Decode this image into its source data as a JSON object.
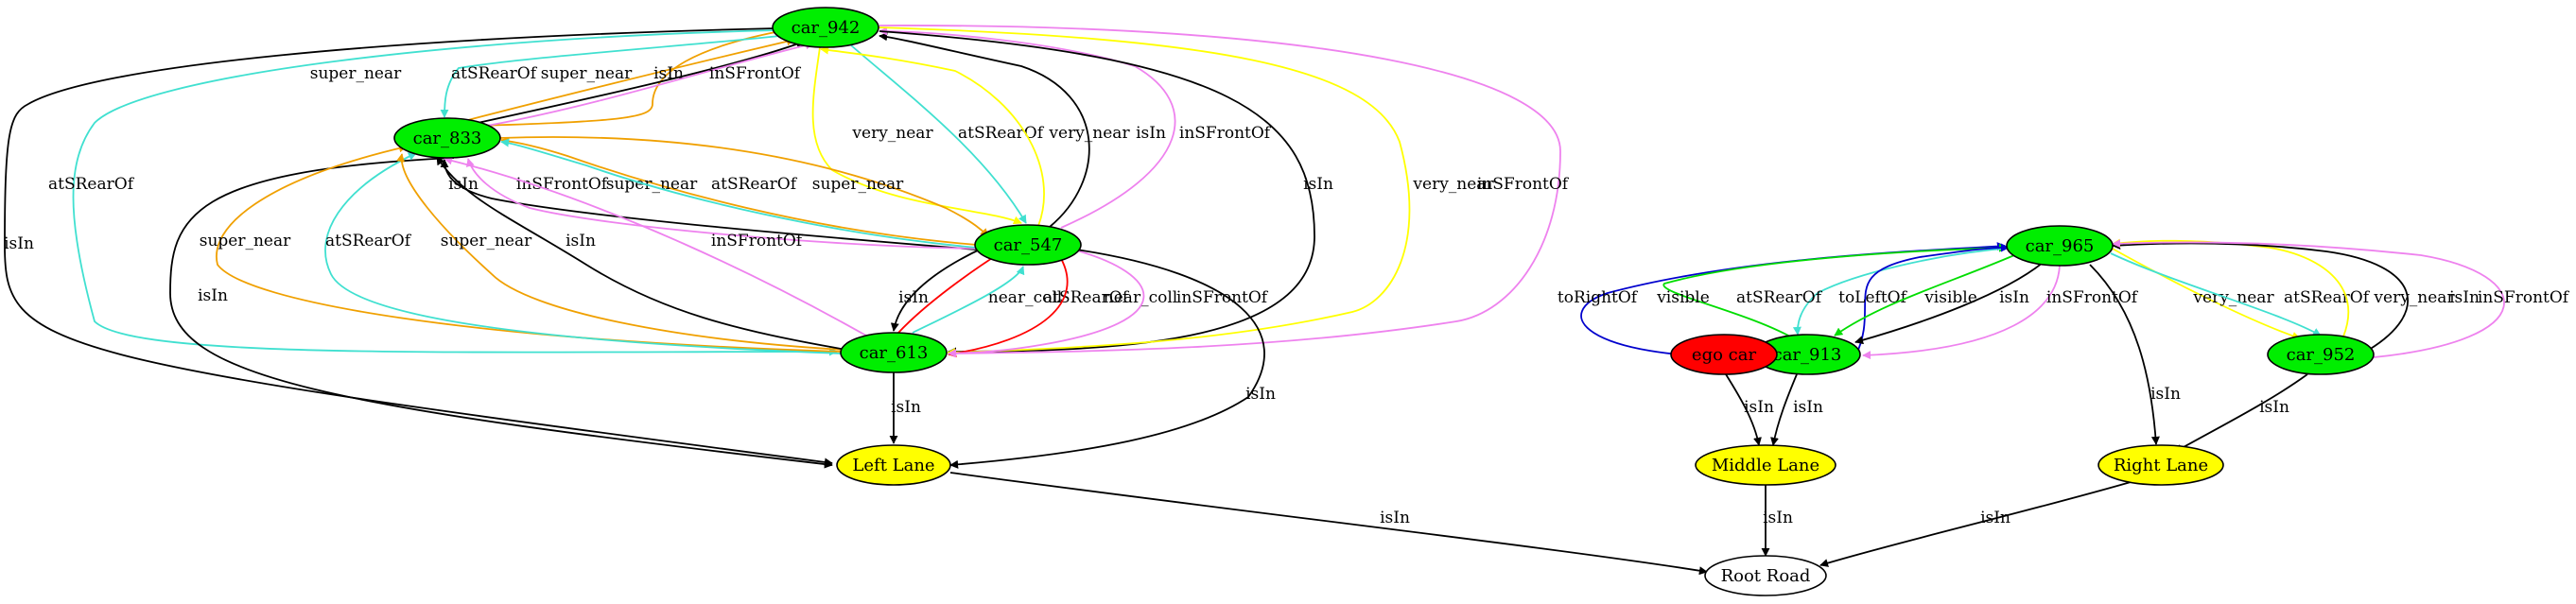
{
  "colors": {
    "car": "#00ee00",
    "ego": "#ff0000",
    "lane": "#ffff00",
    "road": "#ffffff",
    "super_near": "#f0a000",
    "atSRearOf": "#40e0d0",
    "inSFrontOf": "#ee82ee",
    "very_near": "#ffff00",
    "near_coll": "#ff0000",
    "visible": "#00dd00",
    "toLeftOf": "#0000cd",
    "toRightOf": "#0000cd",
    "isIn": "#000000"
  },
  "nodes": [
    {
      "id": "car_942",
      "label": "car_942",
      "kind": "car"
    },
    {
      "id": "car_833",
      "label": "car_833",
      "kind": "car"
    },
    {
      "id": "car_547",
      "label": "car_547",
      "kind": "car"
    },
    {
      "id": "car_613",
      "label": "car_613",
      "kind": "car"
    },
    {
      "id": "left_lane",
      "label": "Left Lane",
      "kind": "lane"
    },
    {
      "id": "car_965",
      "label": "car_965",
      "kind": "car"
    },
    {
      "id": "car_913",
      "label": "car_913",
      "kind": "car"
    },
    {
      "id": "ego_car",
      "label": "ego car",
      "kind": "ego"
    },
    {
      "id": "car_952",
      "label": "car_952",
      "kind": "car"
    },
    {
      "id": "middle_lane",
      "label": "Middle Lane",
      "kind": "lane"
    },
    {
      "id": "right_lane",
      "label": "Right Lane",
      "kind": "lane"
    },
    {
      "id": "root_road",
      "label": "Root Road",
      "kind": "road"
    }
  ],
  "edges": [
    {
      "from": "car_942",
      "to": "car_833",
      "label": "super_near",
      "type": "super_near"
    },
    {
      "from": "car_942",
      "to": "car_833",
      "label": "atSRearOf",
      "type": "atSRearOf"
    },
    {
      "from": "car_833",
      "to": "car_942",
      "label": "super_near",
      "type": "super_near"
    },
    {
      "from": "car_833",
      "to": "car_942",
      "label": "isIn",
      "type": "isIn"
    },
    {
      "from": "car_833",
      "to": "car_942",
      "label": "inSFrontOf",
      "type": "inSFrontOf"
    },
    {
      "from": "car_942",
      "to": "left_lane",
      "label": "isIn",
      "type": "isIn"
    },
    {
      "from": "car_942",
      "to": "car_613",
      "label": "atSRearOf",
      "type": "atSRearOf"
    },
    {
      "from": "car_942",
      "to": "car_547",
      "label": "very_near",
      "type": "very_near"
    },
    {
      "from": "car_942",
      "to": "car_547",
      "label": "atSRearOf",
      "type": "atSRearOf"
    },
    {
      "from": "car_547",
      "to": "car_942",
      "label": "very_near",
      "type": "very_near"
    },
    {
      "from": "car_547",
      "to": "car_942",
      "label": "isIn",
      "type": "isIn"
    },
    {
      "from": "car_547",
      "to": "car_942",
      "label": "inSFrontOf",
      "type": "inSFrontOf"
    },
    {
      "from": "car_942",
      "to": "car_613",
      "label": "isIn",
      "type": "isIn"
    },
    {
      "from": "car_942",
      "to": "car_613",
      "label": "very_near",
      "type": "very_near"
    },
    {
      "from": "car_942",
      "to": "car_613",
      "label": "inSFrontOf",
      "type": "inSFrontOf"
    },
    {
      "from": "car_833",
      "to": "left_lane",
      "label": "isIn",
      "type": "isIn"
    },
    {
      "from": "car_613",
      "to": "car_833",
      "label": "super_near",
      "type": "super_near"
    },
    {
      "from": "car_613",
      "to": "car_833",
      "label": "atSRearOf",
      "type": "atSRearOf"
    },
    {
      "from": "car_613",
      "to": "car_833",
      "label": "super_near",
      "type": "super_near"
    },
    {
      "from": "car_613",
      "to": "car_833",
      "label": "isIn",
      "type": "isIn"
    },
    {
      "from": "car_547",
      "to": "car_833",
      "label": "isIn",
      "type": "isIn"
    },
    {
      "from": "car_547",
      "to": "car_833",
      "label": "inSFrontOf",
      "type": "inSFrontOf"
    },
    {
      "from": "car_547",
      "to": "car_833",
      "label": "super_near",
      "type": "super_near"
    },
    {
      "from": "car_547",
      "to": "car_833",
      "label": "atSRearOf",
      "type": "atSRearOf"
    },
    {
      "from": "car_833",
      "to": "car_547",
      "label": "super_near",
      "type": "super_near"
    },
    {
      "from": "car_613",
      "to": "car_833",
      "label": "inSFrontOf",
      "type": "inSFrontOf"
    },
    {
      "from": "car_547",
      "to": "car_613",
      "label": "isIn",
      "type": "isIn"
    },
    {
      "from": "car_613",
      "to": "car_547",
      "label": "near_coll",
      "type": "near_coll"
    },
    {
      "from": "car_613",
      "to": "car_547",
      "label": "atSRearOf",
      "type": "atSRearOf"
    },
    {
      "from": "car_547",
      "to": "car_613",
      "label": "near_coll",
      "type": "near_coll"
    },
    {
      "from": "car_547",
      "to": "car_613",
      "label": "inSFrontOf",
      "type": "inSFrontOf"
    },
    {
      "from": "car_547",
      "to": "left_lane",
      "label": "isIn",
      "type": "isIn"
    },
    {
      "from": "car_613",
      "to": "left_lane",
      "label": "isIn",
      "type": "isIn"
    },
    {
      "from": "left_lane",
      "to": "root_road",
      "label": "isIn",
      "type": "isIn"
    },
    {
      "from": "car_913",
      "to": "car_965",
      "label": "toRightOf",
      "type": "toRightOf"
    },
    {
      "from": "car_913",
      "to": "car_965",
      "label": "visible",
      "type": "visible"
    },
    {
      "from": "car_965",
      "to": "car_913",
      "label": "atSRearOf",
      "type": "atSRearOf"
    },
    {
      "from": "car_913",
      "to": "car_965",
      "label": "toLeftOf",
      "type": "toLeftOf"
    },
    {
      "from": "car_965",
      "to": "car_913",
      "label": "visible",
      "type": "visible"
    },
    {
      "from": "car_965",
      "to": "car_913",
      "label": "isIn",
      "type": "isIn"
    },
    {
      "from": "car_965",
      "to": "car_913",
      "label": "inSFrontOf",
      "type": "inSFrontOf"
    },
    {
      "from": "car_965",
      "to": "right_lane",
      "label": "isIn",
      "type": "isIn"
    },
    {
      "from": "car_965",
      "to": "car_952",
      "label": "very_near",
      "type": "very_near"
    },
    {
      "from": "car_965",
      "to": "car_952",
      "label": "atSRearOf",
      "type": "atSRearOf"
    },
    {
      "from": "car_952",
      "to": "car_965",
      "label": "very_near",
      "type": "very_near"
    },
    {
      "from": "car_952",
      "to": "car_965",
      "label": "isIn",
      "type": "isIn"
    },
    {
      "from": "car_952",
      "to": "car_965",
      "label": "inSFrontOf",
      "type": "inSFrontOf"
    },
    {
      "from": "ego_car",
      "to": "middle_lane",
      "label": "isIn",
      "type": "isIn"
    },
    {
      "from": "car_913",
      "to": "middle_lane",
      "label": "isIn",
      "type": "isIn"
    },
    {
      "from": "car_952",
      "to": "right_lane",
      "label": "isIn",
      "type": "isIn"
    },
    {
      "from": "middle_lane",
      "to": "root_road",
      "label": "isIn",
      "type": "isIn"
    },
    {
      "from": "right_lane",
      "to": "root_road",
      "label": "isIn",
      "type": "isIn"
    }
  ]
}
